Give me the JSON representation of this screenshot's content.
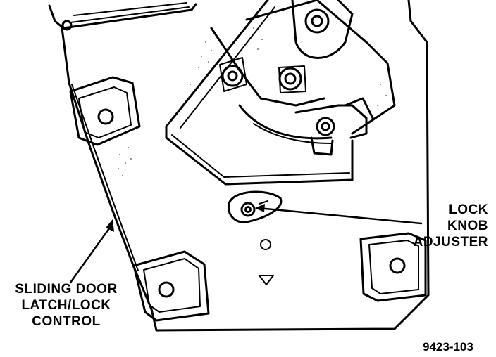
{
  "callouts": {
    "lock_knob_adjuster": [
      "LOCK",
      "KNOB",
      "ADJUSTER"
    ],
    "sliding_door_latch_lock_control": [
      "SLIDING DOOR",
      "LATCH/LOCK",
      "CONTROL"
    ]
  },
  "figure_number": "9423-103",
  "colors": {
    "ink": "#000000",
    "paper": "#ffffff"
  }
}
